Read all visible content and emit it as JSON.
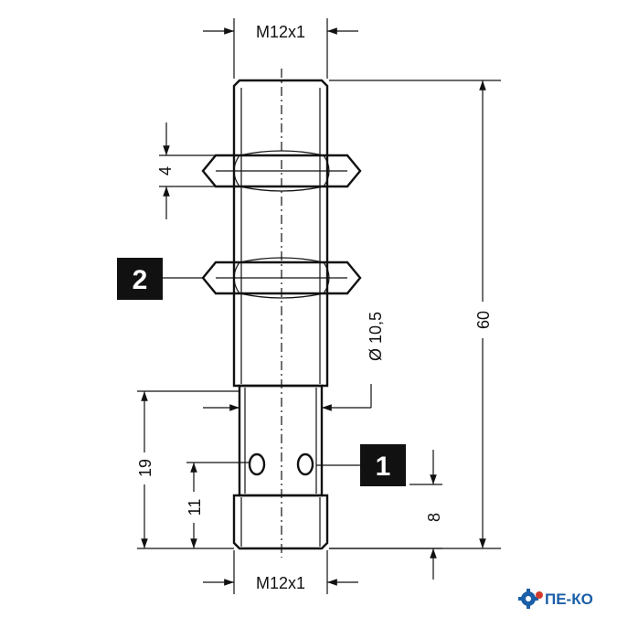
{
  "drawing": {
    "thread_top_label": "M12x1",
    "thread_bottom_label": "M12x1",
    "nut_thickness_label": "4",
    "diameter_label": "Ø 10,5",
    "overall_length_label": "60",
    "body_length_label": "19",
    "slot_length_label": "11",
    "led_offset_label": "8",
    "callout_2": "2",
    "callout_1": "1"
  },
  "logo": {
    "text": "ПЕ-КО",
    "icon": "gear-icon",
    "color": "#1b5fa8"
  }
}
